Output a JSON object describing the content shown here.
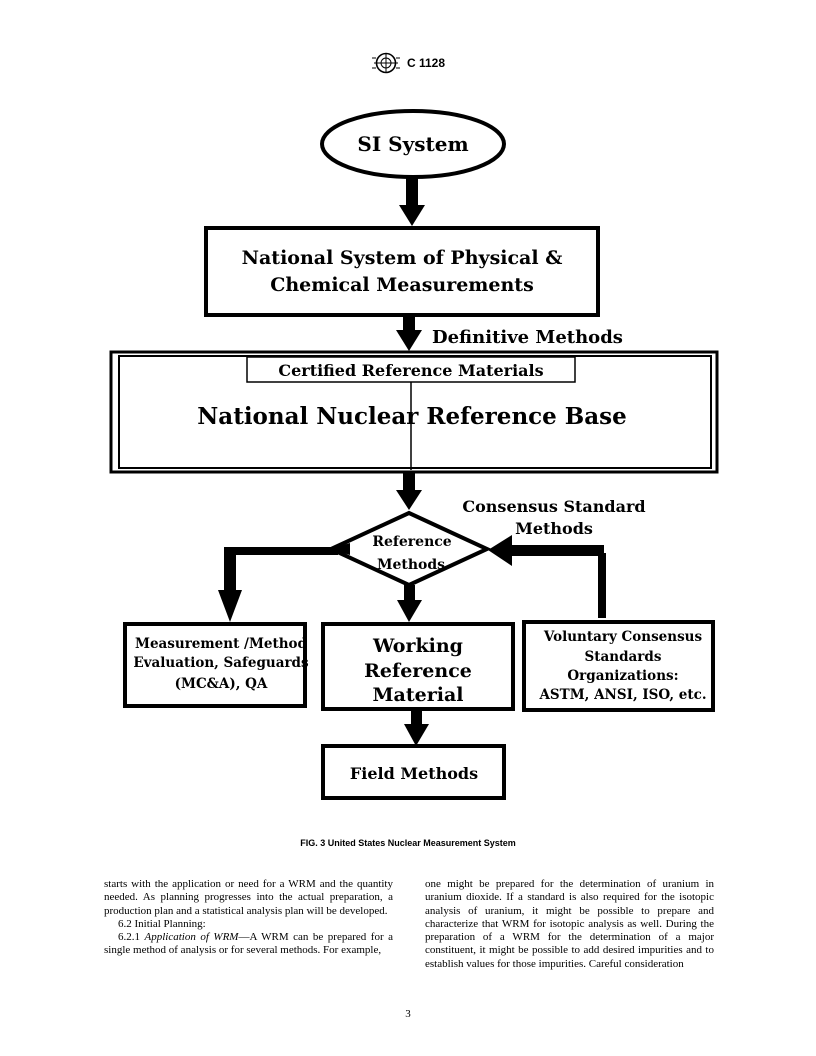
{
  "header": {
    "logo_text": "ASTM",
    "doc_id": "C 1128"
  },
  "diagram": {
    "si_system": "SI System",
    "national_system_line1": "National System of Physical &",
    "national_system_line2": "Chemical Measurements",
    "definitive_methods": "Definitive Methods",
    "certified_reference_materials": "Certified Reference Materials",
    "national_nuclear_reference_base": "National Nuclear Reference Base",
    "consensus_standard_line1": "Consensus Standard",
    "consensus_standard_line2": "Methods",
    "reference_methods_line1": "Reference",
    "reference_methods_line2": "Methods",
    "measurement_line1": "Measurement /Method",
    "measurement_line2": "Evaluation, Safeguards",
    "measurement_line3": "(MC&A), QA",
    "working_line1": "Working",
    "working_line2": "Reference",
    "working_line3": "Material",
    "voluntary_line1": "Voluntary Consensus",
    "voluntary_line2": "Standards",
    "voluntary_line3": "Organizations:",
    "voluntary_line4": "ASTM, ANSI, ISO, etc.",
    "field_methods": "Field Methods"
  },
  "caption": "FIG. 3 United States Nuclear Measurement System",
  "body": {
    "left_p1": "starts with the application or need for a WRM and the quantity needed. As planning progresses into the actual preparation, a production plan and a statistical analysis plan will be developed.",
    "left_p2": "6.2 Initial Planning:",
    "left_p3_num": "6.2.1 ",
    "left_p3_title": "Application of WRM",
    "left_p3_text": "—A WRM can be prepared for a single method of analysis or for several methods. For example,",
    "right_p1": "one might be prepared for the determination of uranium in uranium dioxide. If a standard is also required for the isotopic analysis of uranium, it might be possible to prepare and characterize that WRM for isotopic analysis as well. During the preparation of a WRM for the determination of a major constituent, it might be possible to add desired impurities and to establish values for those impurities. Careful consideration"
  },
  "page_number": "3"
}
